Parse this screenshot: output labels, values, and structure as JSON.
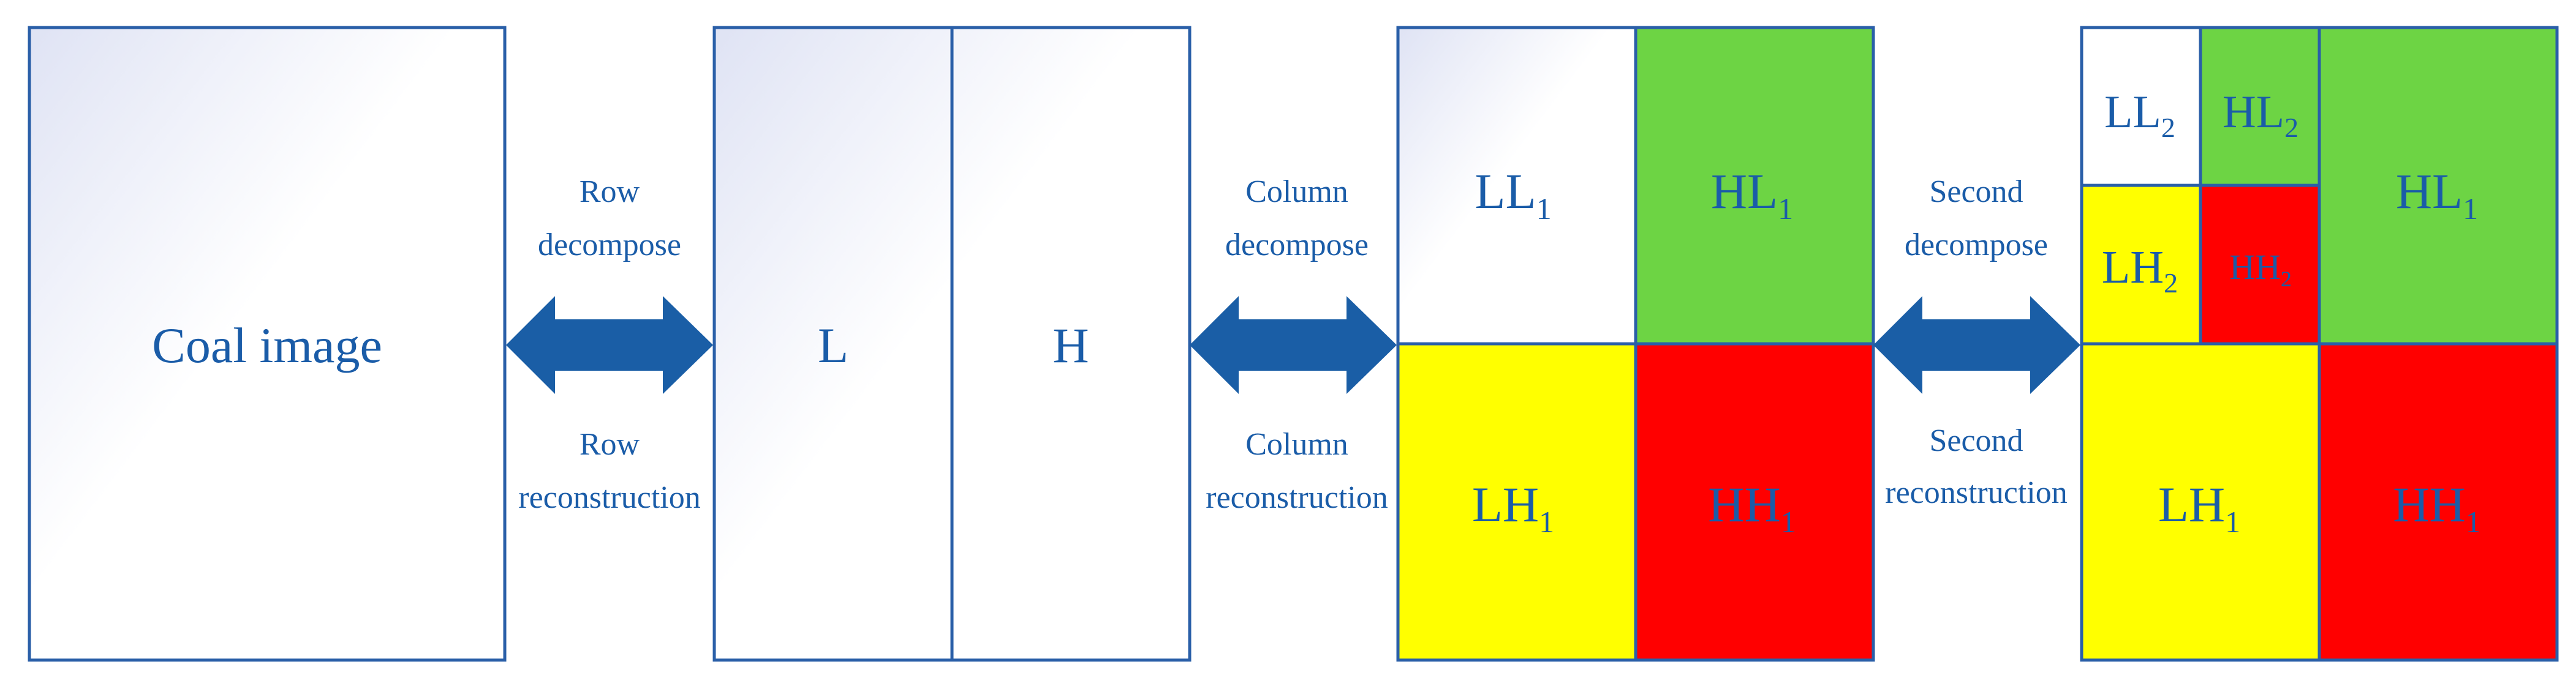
{
  "colors": {
    "border": "#2a5fa8",
    "text": "#1a5ca8",
    "arrow": "#1a5ea6",
    "green": "#6dd444",
    "yellow": "#ffff00",
    "red": "#ff0000",
    "white": "#ffffff"
  },
  "panel1": {
    "label": "Coal image"
  },
  "panel2": {
    "left": "L",
    "right": "H"
  },
  "panel3": {
    "ll": {
      "main": "LL",
      "sub": "1"
    },
    "hl": {
      "main": "HL",
      "sub": "1"
    },
    "lh": {
      "main": "LH",
      "sub": "1"
    },
    "hh": {
      "main": "HH",
      "sub": "1"
    }
  },
  "panel4": {
    "ll2": {
      "main": "LL",
      "sub": "2"
    },
    "hl2": {
      "main": "HL",
      "sub": "2"
    },
    "lh2": {
      "main": "LH",
      "sub": "2"
    },
    "hh2": {
      "main": "HH",
      "sub": "2"
    },
    "hl1": {
      "main": "HL",
      "sub": "1"
    },
    "lh1": {
      "main": "LH",
      "sub": "1"
    },
    "hh1": {
      "main": "HH",
      "sub": "1"
    }
  },
  "arrow1": {
    "top1": "Row",
    "top2": "decompose",
    "bot1": "Row",
    "bot2": "reconstruction"
  },
  "arrow2": {
    "top1": "Column",
    "top2": "decompose",
    "bot1": "Column",
    "bot2": "reconstruction"
  },
  "arrow3": {
    "top1": "Second",
    "top2": "decompose",
    "bot1": "Second",
    "bot2": "reconstruction"
  }
}
